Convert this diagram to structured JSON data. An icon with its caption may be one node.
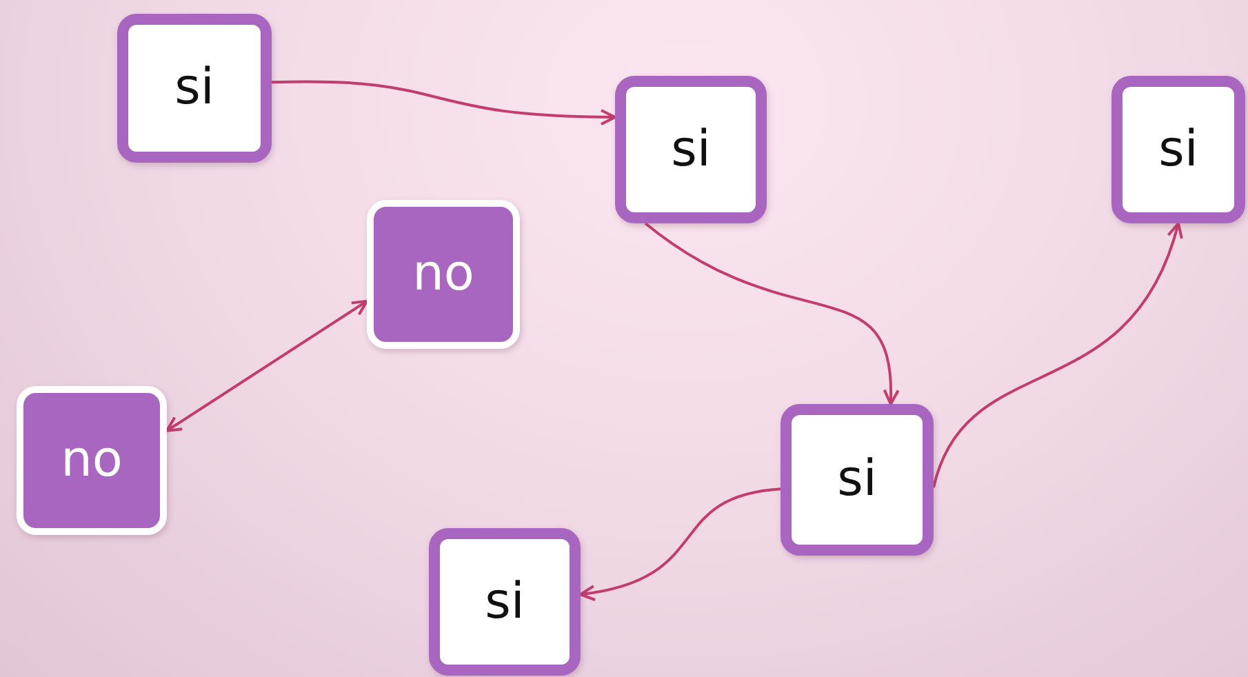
{
  "diagram": {
    "nodes": [
      {
        "text": [
          "si"
        ]
      },
      {
        "text": [
          "si"
        ]
      },
      {
        "text": [
          "si"
        ]
      },
      {
        "text": [
          "no"
        ]
      },
      {
        "text": [
          "no"
        ]
      },
      {
        "text": [
          "si"
        ]
      },
      {
        "text": [
          "si"
        ]
      }
    ],
    "edges": [
      {
        "from": 0,
        "to": 1,
        "arrow": "to"
      },
      {
        "from": 1,
        "to": 5,
        "arrow": "to"
      },
      {
        "from": 5,
        "to": 2,
        "arrow": "to"
      },
      {
        "from": 5,
        "to": 6,
        "arrow": "to"
      },
      {
        "from": 4,
        "to": 3,
        "arrow": "both"
      }
    ]
  }
}
